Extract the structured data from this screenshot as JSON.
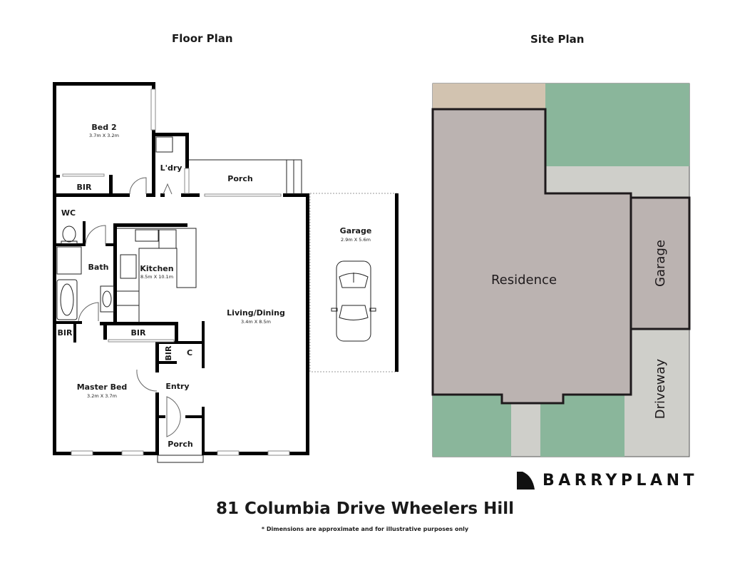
{
  "headings": {
    "floor_plan": "Floor Plan",
    "site_plan": "Site Plan"
  },
  "floor_plan": {
    "rooms": {
      "bed2": {
        "label": "Bed 2",
        "dims": "3.7m X 3.2m"
      },
      "bir_bed2": {
        "label": "BIR"
      },
      "laundry": {
        "label": "L'dry"
      },
      "porch_rear": {
        "label": "Porch"
      },
      "wc": {
        "label": "WC"
      },
      "bath": {
        "label": "Bath"
      },
      "kitchen": {
        "label": "Kitchen",
        "dims": "8.5m X 10.1m"
      },
      "garage": {
        "label": "Garage",
        "dims": "2.9m X 5.6m"
      },
      "living_dining": {
        "label": "Living/Dining",
        "dims": "3.4m X 8.5m"
      },
      "bir_small": {
        "label": "BIR"
      },
      "bir_master": {
        "label": "BIR"
      },
      "bir_entry": {
        "label": "BIR"
      },
      "cupboard": {
        "label": "C"
      },
      "master_bed": {
        "label": "Master Bed",
        "dims": "3.2m X 3.7m"
      },
      "entry": {
        "label": "Entry"
      },
      "porch_front": {
        "label": "Porch"
      }
    }
  },
  "site_plan": {
    "residence": "Residence",
    "garage": "Garage",
    "driveway": "Driveway",
    "colors": {
      "building": "#bbb3b1",
      "lawn": "#8ab69b",
      "paving": "#cfcfca",
      "neighbour": "#d2c3b0",
      "outline": "#1e1a1c"
    }
  },
  "brand": {
    "name": "BARRYPLANT"
  },
  "footer": {
    "address": "81 Columbia Drive Wheelers Hill",
    "disclaimer": "* Dimensions are approximate and for illustrative purposes only"
  }
}
